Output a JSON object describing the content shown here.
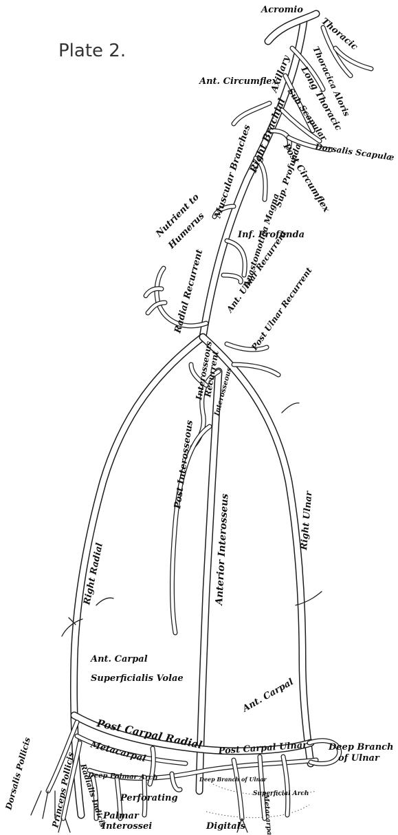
{
  "title": "Plate 2.",
  "labels": {
    "acromio": "Acromio",
    "thoracic": "Thoracic",
    "thoracica_aloris": "Thoracica Aloris",
    "long_thoracic": "Long Thoracic",
    "axillary": "Axillary",
    "sub_scapular": "Sub Scapular",
    "ant_circumflex": "Ant. Circumflex",
    "right_brachial": "Right Brachial",
    "post_circumflex": "Post Circumflex",
    "dorsalis_scapulae": "Dorsalis Scapulæ",
    "musculur_branches": "Muscular Branches",
    "sup_profunda": "Sup. Profunda",
    "nutrient_to_humerus_1": "Nutrient to",
    "nutrient_to_humerus_2": "Humerus",
    "inf_profunda": "Inf. Profunda",
    "anastomotica_magna": "Anastomotica Magna",
    "radial_recurrent": "Radial Recurrent",
    "ant_ulnar_recurrent": "Ant. Ulnar Recurrent",
    "post_ulnar_recurrent": "Post Ulnar Recurrent",
    "interosseous_recurrent_1": "Interosseous",
    "interosseous_recurrent_2": "Recurrent",
    "interosseous": "Interosseous",
    "post_interosseous": "Post Interosseous",
    "anterior_interosseus": "Anterior Interosseus",
    "right_radial": "Right Radial",
    "right_ulnar": "Right Ulnar",
    "ant_carpal_left": "Ant. Carpal",
    "superficialis_volae": "Superficialis Volae",
    "ant_carpal_right": "Ant. Carpal",
    "post_carpal_radial": "Post Carpal Radial",
    "metacarpal": "Metacarpal",
    "post_carpal_ulnar": "Post Carpal Ulnar",
    "deep_branch_of_ulnar_1": "Deep Branch",
    "deep_branch_of_ulnar_2": "of Ulnar",
    "deep_branch_of_ulnar_small": "Deep Branch of Ulnar",
    "superficial_arch": "Superficial Arch",
    "dorsalis_pollicis": "Dorsalis Pollicis",
    "radialis_indicis": "Radialis Indicis",
    "deep_palmar_arch": "Deep Palmar Arch",
    "princeps_pollicis": "Princeps Pollicis",
    "perforating": "Perforating",
    "palmar_interossei_1": "Palmar",
    "palmar_interossei_2": "Interossei",
    "digitals": "Digitals",
    "metacarpal_small": "Metacarpal"
  }
}
